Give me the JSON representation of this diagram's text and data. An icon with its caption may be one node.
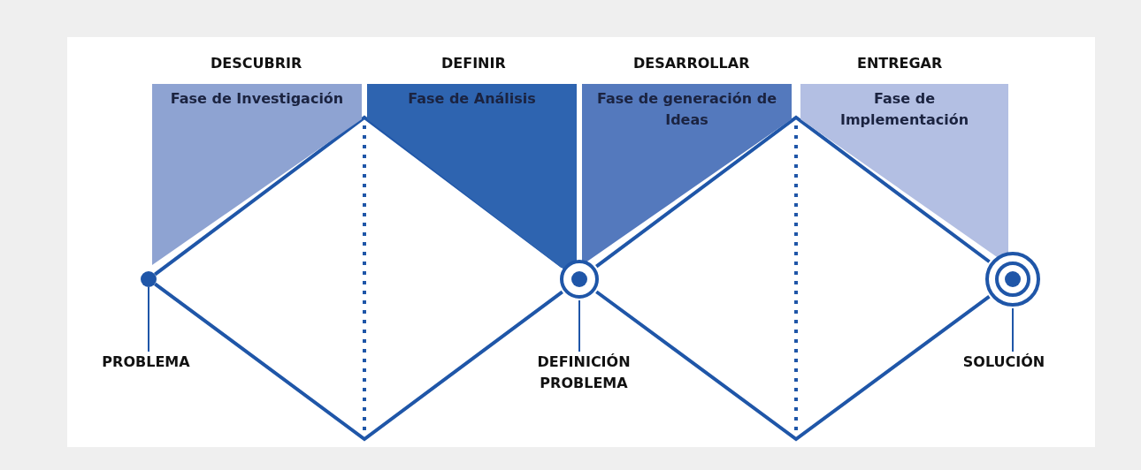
{
  "diagram": {
    "nodes": [
      {
        "text": [
          "DESCUBRIR",
          "Fase de Investigación"
        ]
      },
      {
        "text": [
          "DEFINIR",
          "Fase de Análisis"
        ]
      },
      {
        "text": [
          "DESARROLLAR",
          "Fase de generación de Ideas"
        ]
      },
      {
        "text": [
          "ENTREGAR",
          "Fase de Implementación"
        ]
      },
      {
        "text": [],
        "shape": "circle"
      },
      {
        "text": [],
        "shape": "circle"
      },
      {
        "text": [],
        "shape": "circle"
      },
      {
        "text": [
          "PROBLEMA"
        ]
      },
      {
        "text": [
          "DEFINICIÓN PROBLEMA"
        ]
      },
      {
        "text": [
          "SOLUCIÓN"
        ]
      }
    ],
    "edges": [
      {
        "from": 4,
        "to": 5,
        "arrow": "none"
      },
      {
        "from": 4,
        "to": 5,
        "arrow": "none"
      },
      {
        "from": 5,
        "to": 6,
        "arrow": "none"
      },
      {
        "from": 5,
        "to": 6,
        "arrow": "none"
      },
      {
        "from": 7,
        "to": 4,
        "arrow": "none"
      },
      {
        "from": 8,
        "to": 5,
        "arrow": "none"
      },
      {
        "from": 9,
        "to": 6,
        "arrow": "none"
      }
    ]
  }
}
